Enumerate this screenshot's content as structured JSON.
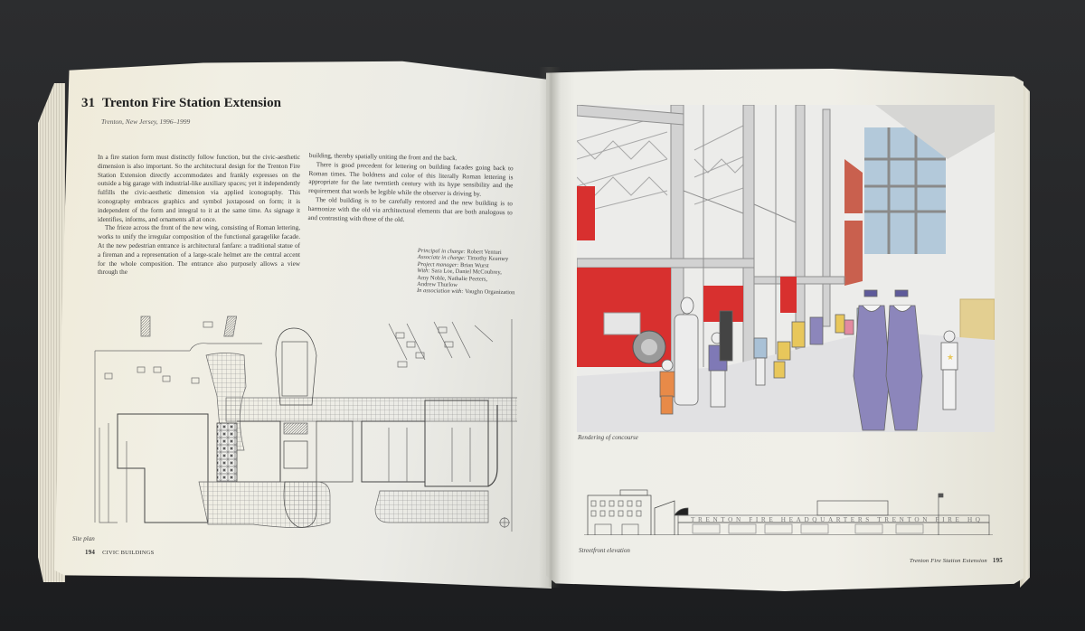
{
  "book": {
    "left_page": {
      "entry_number": "31",
      "title": "Trenton Fire Station Extension",
      "subtitle": "Trenton, New Jersey, 1996–1999",
      "column1": [
        "In a fire station form must distinctly follow function, but the civic-aesthetic dimension is also important. So the architectural design for the Trenton Fire Station Extension directly accommodates and frankly expresses on the outside a big garage with industrial-like auxiliary spaces; yet it independently fulfills the civic-aesthetic dimension via applied iconography. This iconography embraces graphics and symbol juxtaposed on form; it is independent of the form and integral to it at the same time. As signage it identifies, informs, and ornaments all at once.",
        "The frieze across the front of the new wing, consisting of Roman lettering, works to unify the irregular composition of the functional garagelike facade. At the new pedestrian entrance is architectural fanfare: a traditional statue of a fireman and a representation of a large-scale helmet are the central accent for the whole composition. The entrance also purposely allows a view through the"
      ],
      "column2": [
        "building, thereby spatially uniting the front and the back.",
        "There is good precedent for lettering on building facades going back to Roman times. The boldness and color of this literally Roman lettering is appropriate for the late twentieth century with its hype sensibility and the requirement that words be legible while the observer is driving by.",
        "The old building is to be carefully restored and the new building is to harmonize with the old via architectural elements that are both analogous to and contrasting with those of the old."
      ],
      "credits": [
        {
          "role": "Principal in charge:",
          "name": "Robert Venturi"
        },
        {
          "role": "Associate in charge:",
          "name": "Timothy Kearney"
        },
        {
          "role": "Project manager:",
          "name": "Brian Wurst"
        },
        {
          "role": "With:",
          "name": "Sara Loe, Daniel McCoubrey,"
        },
        {
          "role": "",
          "name": "Amy Noble, Nathalie Peeters,"
        },
        {
          "role": "",
          "name": "Andrew Thurlow"
        },
        {
          "role": "In association with:",
          "name": "Vaughn Organization"
        }
      ],
      "figure_caption": "Site plan",
      "folio_page": "194",
      "folio_section": "CIVIC BUILDINGS"
    },
    "right_page": {
      "rendering_caption": "Rendering of concourse",
      "elevation_caption": "Streetfront elevation",
      "elevation_frieze_text": "TRENTON FIRE HEADQUARTERS TRENTON FIRE HQ",
      "folio_title": "Trenton Fire Station Extension",
      "folio_page": "195"
    },
    "colors": {
      "background": "#242527",
      "paper": "#efede3",
      "fire_truck_red": "#d8302f",
      "uniform_purple": "#8c86bb",
      "brick": "#c9604e",
      "glass_blue": "#a9c1d6",
      "child_orange": "#e88a48",
      "child_yellow": "#e8c75b",
      "wood_wall": "#e3cf91"
    }
  }
}
